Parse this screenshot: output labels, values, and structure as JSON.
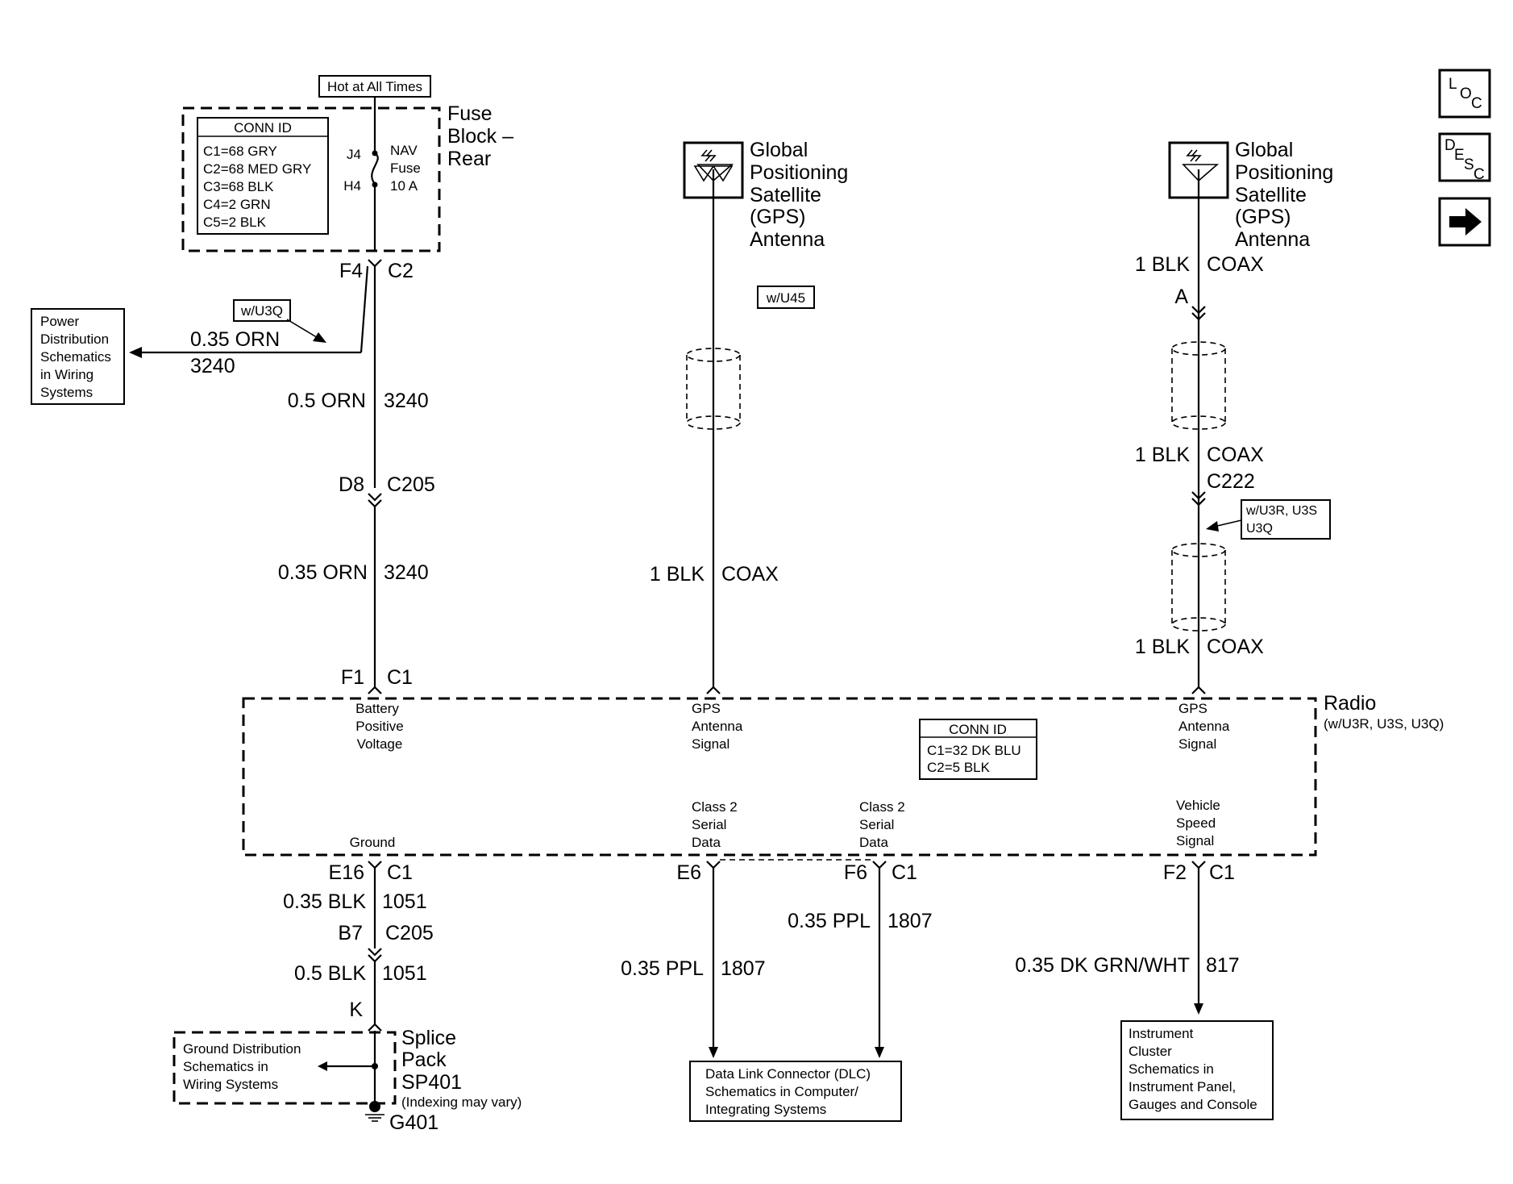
{
  "top_label": "Hot at All Times",
  "fuse_block": {
    "title_lines": [
      "Fuse",
      "Block –",
      "Rear"
    ],
    "conn_id_header": "CONN ID",
    "conn_ids": [
      "C1=68 GRY",
      "C2=68 MED GRY",
      "C3=68 BLK",
      "C4=2 GRN",
      "C5=2 BLK"
    ],
    "pin_top": "J4",
    "pin_bottom": "H4",
    "fuse_lines": [
      "NAV",
      "Fuse",
      "10 A"
    ]
  },
  "nav_buttons": {
    "loc": [
      "L",
      "O",
      "C"
    ],
    "desc": [
      "D",
      "E",
      "S",
      "C"
    ],
    "next_icon": "arrow-right-icon"
  },
  "power_branch": {
    "connector_pin": "F4",
    "connector_id": "C2",
    "option_tag": "w/U3Q",
    "wire_color": "0.35 ORN",
    "circuit": "3240",
    "dest_box": [
      "Power",
      "Distribution",
      "Schematics",
      "in Wiring",
      "Systems"
    ]
  },
  "power_wire": {
    "seg1_color": "0.5 ORN",
    "seg1_circuit": "3240",
    "c205_pin": "D8",
    "c205_id": "C205",
    "seg2_color": "0.35 ORN",
    "seg2_circuit": "3240",
    "radio_pin": "F1",
    "radio_conn": "C1"
  },
  "gps_center": {
    "name_lines": [
      "Global",
      "Positioning",
      "Satellite",
      "(GPS)",
      "Antenna"
    ],
    "option_tag": "w/U45",
    "wire_color": "1 BLK",
    "wire_type": "COAX"
  },
  "gps_right": {
    "name_lines": [
      "Global",
      "Positioning",
      "Satellite",
      "(GPS)",
      "Antenna"
    ],
    "wire1_color": "1 BLK",
    "wire1_type": "COAX",
    "pin": "A",
    "wire2_color": "1 BLK",
    "wire2_type": "COAX",
    "connector": "C222",
    "option_tag_lines": [
      "w/U3R, U3S",
      "U3Q"
    ],
    "wire3_color": "1 BLK",
    "wire3_type": "COAX"
  },
  "radio": {
    "title": "Radio",
    "subtitle": "(w/U3R, U3S, U3Q)",
    "conn_id_header": "CONN ID",
    "conn_ids": [
      "C1=32 DK BLU",
      "C2=5 BLK"
    ],
    "terminals": {
      "battery": [
        "Battery",
        "Positive",
        "Voltage"
      ],
      "gps_center": [
        "GPS",
        "Antenna",
        "Signal"
      ],
      "gps_right": [
        "GPS",
        "Antenna",
        "Signal"
      ],
      "ground": "Ground",
      "class2_a": [
        "Class 2",
        "Serial",
        "Data"
      ],
      "class2_b": [
        "Class 2",
        "Serial",
        "Data"
      ],
      "vss": [
        "Vehicle",
        "Speed",
        "Signal"
      ]
    }
  },
  "ground_circuit": {
    "pin": "E16",
    "conn": "C1",
    "seg1_color": "0.35 BLK",
    "seg1_circuit": "1051",
    "c205_pin": "B7",
    "c205_id": "C205",
    "seg2_color": "0.5 BLK",
    "seg2_circuit": "1051",
    "splice_pin": "K",
    "splice_lines": [
      "Splice",
      "Pack",
      "SP401"
    ],
    "splice_note": "(Indexing may vary)",
    "ground_id": "G401",
    "dest_box": [
      "Ground Distribution",
      "Schematics in",
      "Wiring Systems"
    ]
  },
  "class2_circuit": {
    "pin_a": "E6",
    "pin_b": "F6",
    "conn_b": "C1",
    "wire_b_color": "0.35 PPL",
    "wire_b_circuit": "1807",
    "wire_a_color": "0.35 PPL",
    "wire_a_circuit": "1807",
    "dest_box": [
      "Data Link Connector (DLC)",
      "Schematics in Computer/",
      "Integrating Systems"
    ]
  },
  "vss_circuit": {
    "pin": "F2",
    "conn": "C1",
    "wire_color": "0.35 DK GRN/WHT",
    "wire_circuit": "817",
    "dest_box": [
      "Instrument",
      "Cluster",
      "Schematics in",
      "Instrument Panel,",
      "Gauges and Console"
    ]
  }
}
